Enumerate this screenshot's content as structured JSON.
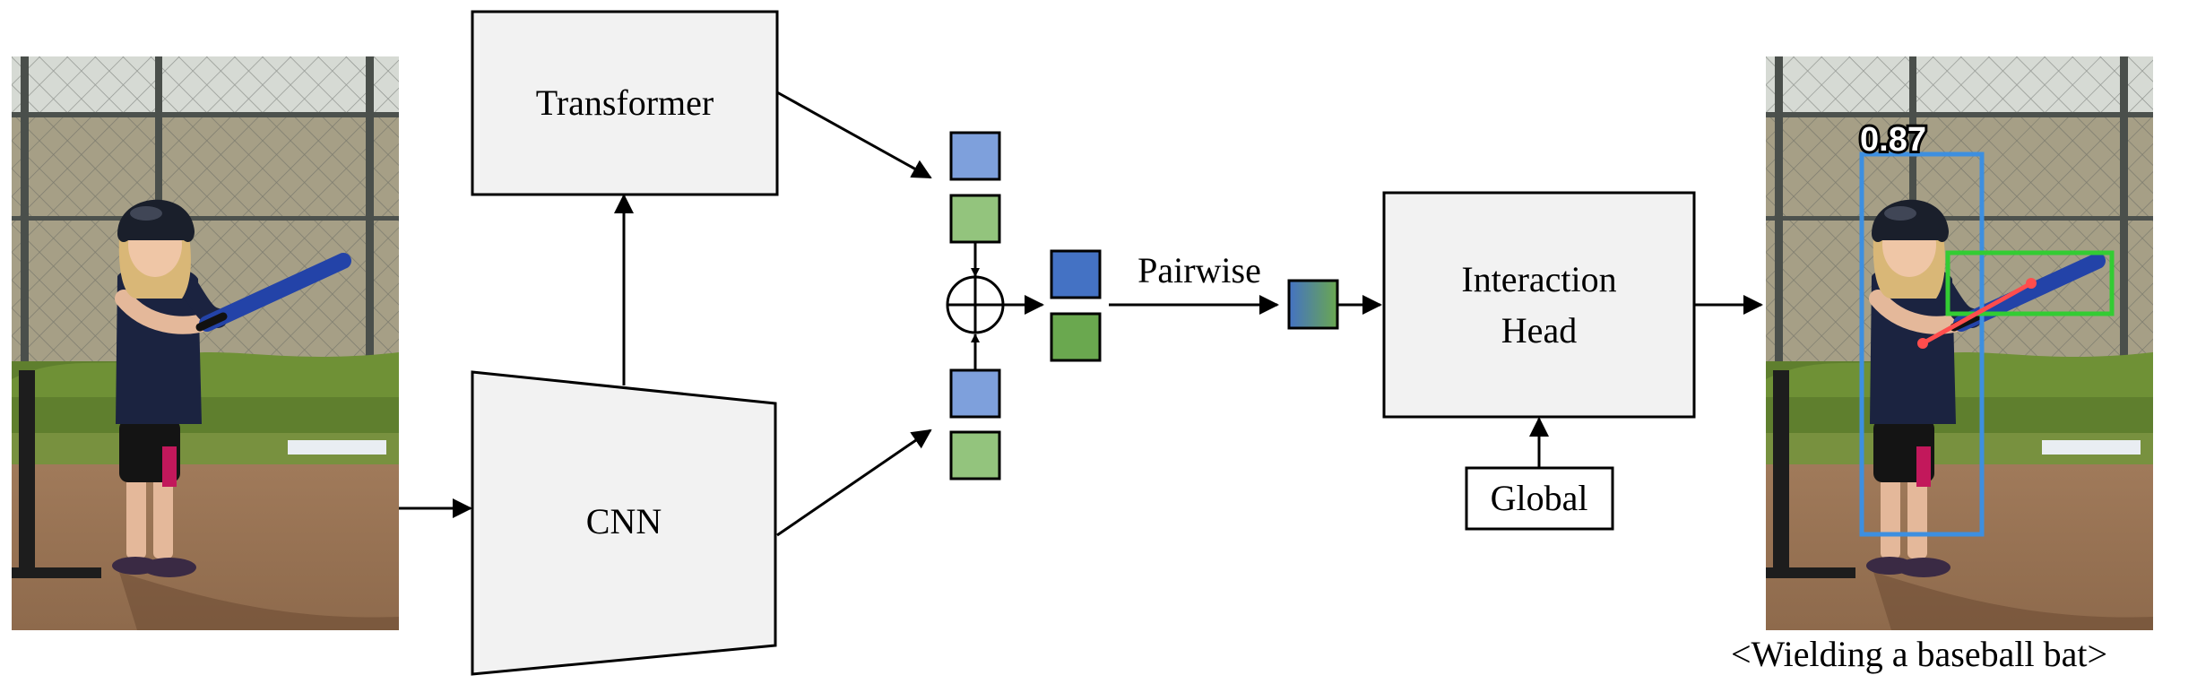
{
  "diagram": {
    "transformer_label": "Transformer",
    "cnn_label": "CNN",
    "pairwise_label": "Pairwise",
    "interaction_head_line1": "Interaction",
    "interaction_head_line2": "Head",
    "global_label": "Global",
    "detection_score": "0.87",
    "caption": "<Wielding a baseball bat>"
  },
  "colors": {
    "box_fill": "#f2f2f2",
    "blue_light": "#7ea0dc",
    "blue_dark": "#4472c4",
    "green_light": "#93c47d",
    "green_dark": "#6aa84f",
    "human_box": "#3d8fe0",
    "object_box": "#33cc33",
    "interaction_line": "#ff4d4d"
  },
  "icons": {
    "fusion_operator": "circled-plus-icon",
    "input_photo": "baseball-girl-photo",
    "output_photo": "baseball-girl-detection-photo"
  }
}
